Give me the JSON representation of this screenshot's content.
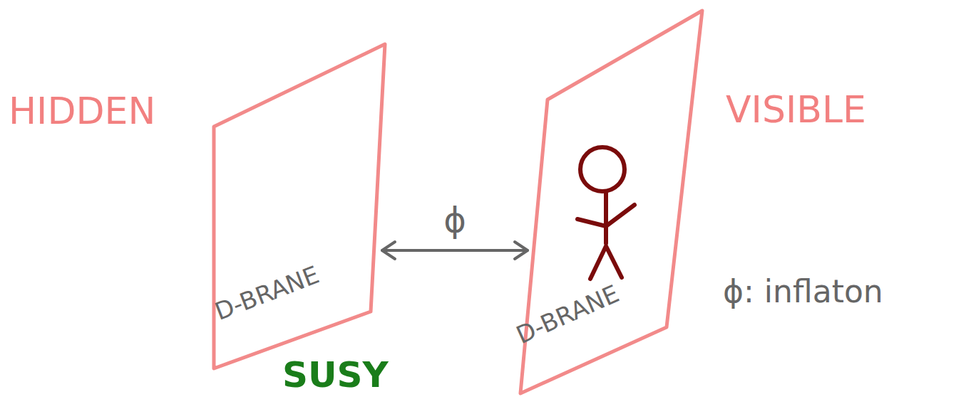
{
  "diagram": {
    "nodes": [
      {
        "text": [
          "D-BRANE"
        ]
      },
      {
        "text": [
          "D-BRANE"
        ]
      }
    ],
    "edges": [
      {
        "from": 0,
        "to": 1,
        "label": "ϕ",
        "arrow": "both"
      }
    ],
    "labels": [
      "HIDDEN",
      "VISIBLE",
      "SUSY",
      "ϕ: inflaton"
    ]
  }
}
